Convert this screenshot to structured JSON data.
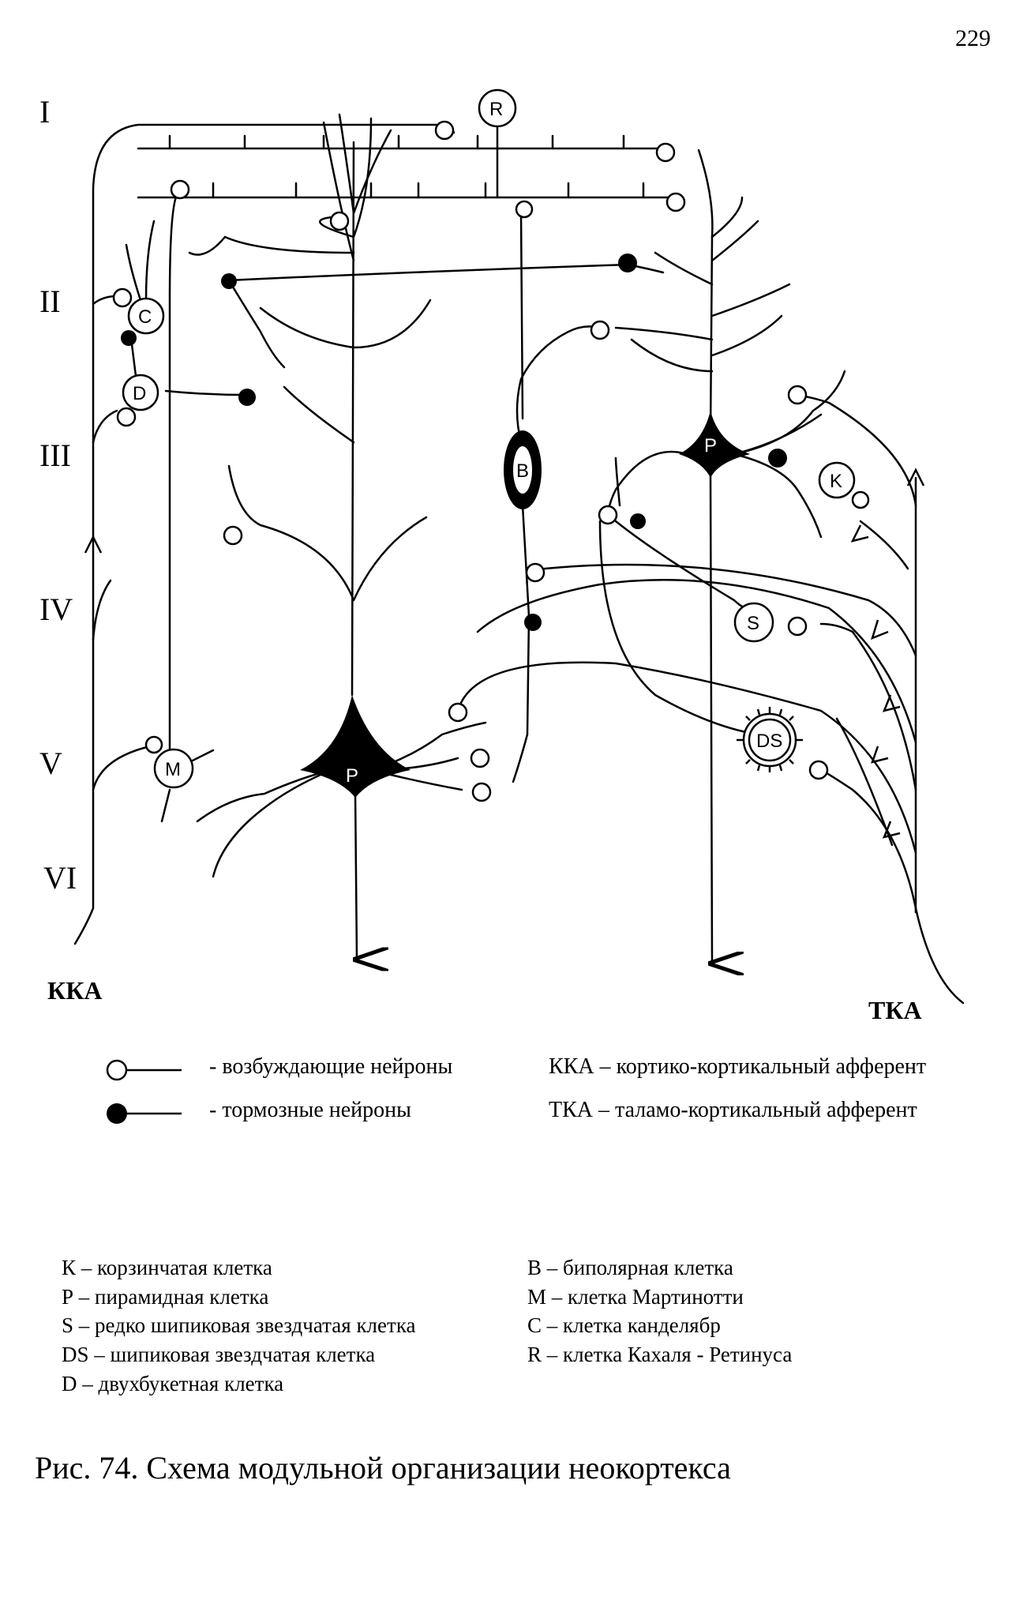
{
  "page_number": "229",
  "layers": [
    "I",
    "II",
    "III",
    "IV",
    "V",
    "VI"
  ],
  "afferents": {
    "left": "ККА",
    "right": "ТКА"
  },
  "cells": {
    "R": "R",
    "C": "C",
    "D": "D",
    "B": "B",
    "P_upper": "P",
    "K": "K",
    "S": "S",
    "DS": "DS",
    "M": "M",
    "P_lower": "P"
  },
  "legend": {
    "excitatory": "- возбуждающие нейроны",
    "inhibitory": "- тормозные нейроны",
    "kka": "ККА – кортико-кортикальный афферент",
    "tka": "ТКА – таламо-кортикальный афферент"
  },
  "abbreviations_left": [
    "К – корзинчатая клетка",
    "Р – пирамидная клетка",
    "S – редко шипиковая звездчатая клетка",
    "DS – шипиковая звездчатая клетка",
    "D – двухбукетная клетка"
  ],
  "abbreviations_right": [
    "В – биполярная клетка",
    "М – клетка Мартинотти",
    "С – клетка канделябр",
    "R – клетка Кахаля - Ретинуса"
  ],
  "caption": "Рис. 74. Схема модульной организации неокортекса"
}
